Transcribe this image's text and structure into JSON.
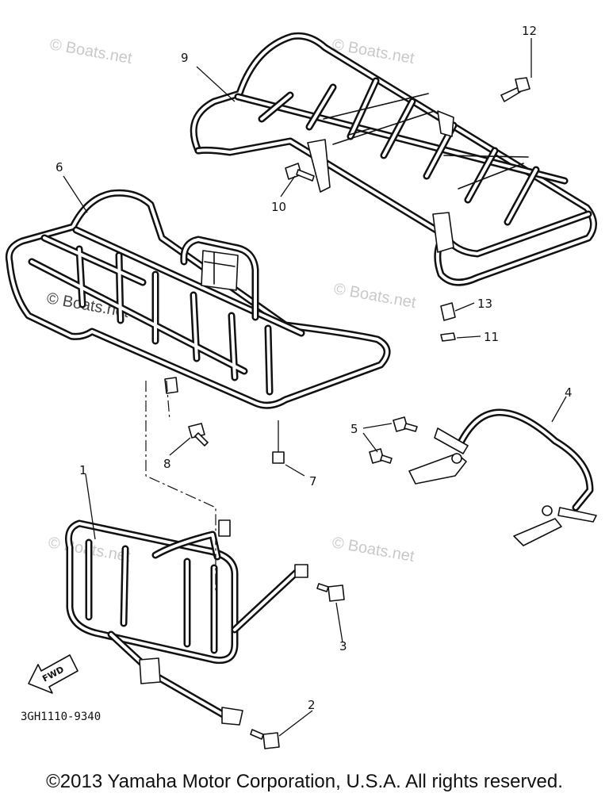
{
  "parts": {
    "p1": "1",
    "p2": "2",
    "p3": "3",
    "p4": "4",
    "p5": "5",
    "p6": "6",
    "p7": "7",
    "p8": "8",
    "p9": "9",
    "p10": "10",
    "p11": "11",
    "p12": "12",
    "p13": "13"
  },
  "diagram_code": "3GH1110-9340",
  "fwd_label": "FWD",
  "watermark": "© Boats.net",
  "copyright": "©2013 Yamaha Motor Corporation, U.S.A. All rights reserved."
}
